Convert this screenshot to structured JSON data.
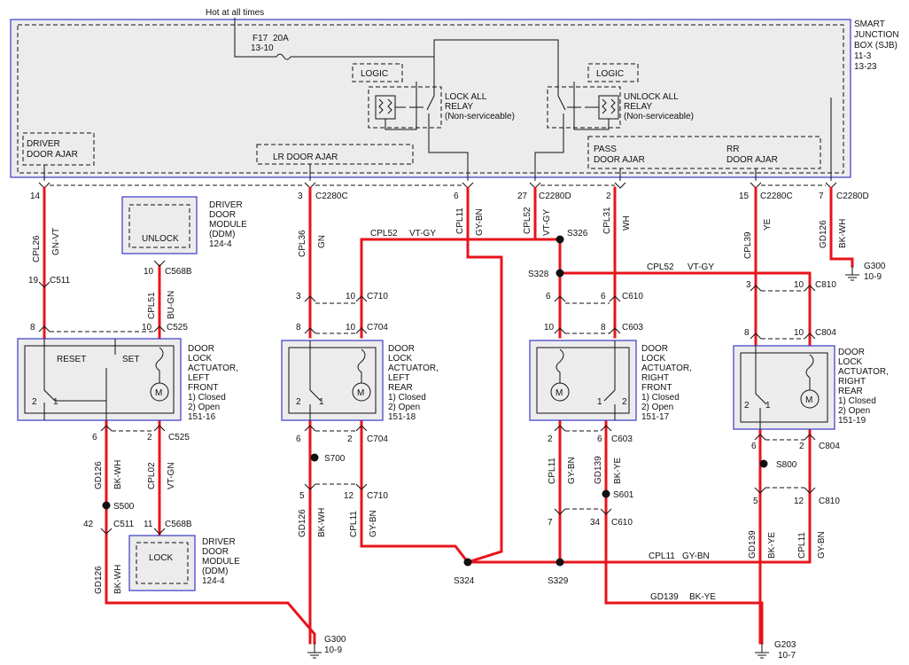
{
  "colors": {
    "wire": "#e8141b",
    "box_border": "#3a3ac8",
    "box_fill": "#ececec"
  },
  "top": {
    "hot_at_all_times": "Hot at all times",
    "fuse_id": "F17",
    "fuse_rating": "20A",
    "fuse_ref": "13-10",
    "sjb_lines": [
      "SMART",
      "JUNCTION",
      "BOX (SJB)",
      "11-3",
      "13-23"
    ]
  },
  "sjb_inner": {
    "logic_left": "LOGIC",
    "logic_right": "LOGIC",
    "lock_relay": [
      "LOCK ALL",
      "RELAY",
      "(Non-serviceable)"
    ],
    "unlock_relay": [
      "UNLOCK ALL",
      "RELAY",
      "(Non-serviceable)"
    ],
    "driver_ajar": [
      "DRIVER",
      "DOOR AJAR"
    ],
    "lr_ajar": "LR DOOR AJAR",
    "pass_ajar": [
      "PASS",
      "DOOR AJAR"
    ],
    "rr_ajar": [
      "RR",
      "DOOR AJAR"
    ]
  },
  "pins": {
    "c1_pin": "14",
    "c2_pin": "3",
    "c2_conn": "C2280C",
    "c3_pin": "6",
    "c4_pin": "27",
    "c4_conn": "C2280D",
    "c5_pin": "2",
    "c6_pin": "15",
    "c6_conn": "C2280C",
    "c7_pin": "7",
    "c7_conn": "C2280D"
  },
  "wires": {
    "cpl26": "CPL26",
    "cpl26_color": "GN-VT",
    "cpl36": "CPL36",
    "cpl36_color": "GN",
    "cpl11_top": "CPL11",
    "cpl11_top_color": "GY-BN",
    "cpl52_top": "CPL52",
    "cpl52_top_color": "VT-GY",
    "cpl31": "CPL31",
    "cpl31_color": "WH",
    "cpl39": "CPL39",
    "cpl39_color": "YE",
    "gd126_top": "GD126",
    "gd126_top_color": "BK-WH",
    "cpl52_h1": "CPL52",
    "cpl52_h1_color": "VT-GY",
    "cpl52_h2": "CPL52",
    "cpl52_h2_color": "VT-GY",
    "cpl51": "CPL51",
    "cpl51_color": "BU-GN",
    "gd126_a": "GD126",
    "gd126_a_color": "BK-WH",
    "cpl02": "CPL02",
    "cpl02_color": "VT-GN",
    "gd126_b": "GD126",
    "gd126_b_color": "BK-WH",
    "gd126_c": "GD126",
    "gd126_c_color": "BK-WH",
    "cpl11_lr": "CPL11",
    "cpl11_lr_color": "GY-BN",
    "cpl11_rf": "CPL11",
    "cpl11_rf_color": "GY-BN",
    "gd139_rf": "GD139",
    "gd139_rf_color": "BK-YE",
    "gd139_rr": "GD139",
    "gd139_rr_color": "BK-YE",
    "cpl11_rr": "CPL11",
    "cpl11_rr_color": "GY-BN",
    "cpl11_h": "CPL11",
    "cpl11_h_color": "GY-BN",
    "gd139_h": "GD139",
    "gd139_h_color": "BK-YE"
  },
  "ddm_unlock": {
    "label": "UNLOCK",
    "title": [
      "DRIVER",
      "DOOR",
      "MODULE",
      "(DDM)",
      "124-4"
    ]
  },
  "ddm_lock": {
    "label": "LOCK",
    "title": [
      "DRIVER",
      "DOOR",
      "MODULE",
      "(DDM)",
      "124-4"
    ]
  },
  "actuators": {
    "lf": {
      "title": [
        "DOOR",
        "LOCK",
        "ACTUATOR,",
        "LEFT",
        "FRONT",
        "1) Closed",
        "2) Open",
        "151-16"
      ],
      "reset": "RESET",
      "set": "SET"
    },
    "lr": {
      "title": [
        "DOOR",
        "LOCK",
        "ACTUATOR,",
        "LEFT",
        "REAR",
        "1) Closed",
        "2) Open",
        "151-18"
      ]
    },
    "rf": {
      "title": [
        "DOOR",
        "LOCK",
        "ACTUATOR,",
        "RIGHT",
        "FRONT",
        "1) Closed",
        "2) Open",
        "151-17"
      ]
    },
    "rr": {
      "title": [
        "DOOR",
        "LOCK",
        "ACTUATOR,",
        "RIGHT",
        "REAR",
        "1) Closed",
        "2) Open",
        "151-19"
      ]
    }
  },
  "connectors": {
    "c511a_pin": "19",
    "c511a": "C511",
    "c568b_top_pin": "10",
    "c568b_top": "C568B",
    "c525_top_l": "8",
    "c525_top_r": "10",
    "c525_top": "C525",
    "c525_bot_l": "6",
    "c525_bot_r": "2",
    "c525_bot": "C525",
    "c511b_pin": "42",
    "c511b": "C511",
    "c568b_bot_pin": "11",
    "c568b_bot": "C568B",
    "c710_top_l": "3",
    "c710_top_r": "10",
    "c710_top": "C710",
    "c704_top_l": "8",
    "c704_top_r": "10",
    "c704_top": "C704",
    "c704_bot_l": "6",
    "c704_bot_r": "2",
    "c704_bot": "C704",
    "c710_bot_l": "5",
    "c710_bot_r": "12",
    "c710_bot": "C710",
    "c610_top_l": "6",
    "c610_top_r": "6",
    "c610_top": "C610",
    "c603_top_l": "10",
    "c603_top_r": "8",
    "c603_top": "C603",
    "c603_bot_l": "2",
    "c603_bot_r": "6",
    "c603_bot": "C603",
    "c610_bot_l": "7",
    "c610_bot_r": "34",
    "c610_bot": "C610",
    "c810_top_l": "3",
    "c810_top_r": "10",
    "c810_top": "C810",
    "c804_top_l": "8",
    "c804_top_r": "10",
    "c804_top": "C804",
    "c804_bot_l": "6",
    "c804_bot_r": "2",
    "c804_bot": "C804",
    "c810_bot_l": "5",
    "c810_bot_r": "12",
    "c810_bot": "C810"
  },
  "splices": {
    "s326": "S326",
    "s328": "S328",
    "s500": "S500",
    "s700": "S700",
    "s601": "S601",
    "s800": "S800",
    "s324": "S324",
    "s329": "S329"
  },
  "grounds": {
    "g300_top": "G300",
    "g300_top_ref": "10-9",
    "g300_bot": "G300",
    "g300_bot_ref": "10-9",
    "g203": "G203",
    "g203_ref": "10-7"
  },
  "switch_numbers": {
    "one": "1",
    "two": "2"
  },
  "motor_label": "M"
}
